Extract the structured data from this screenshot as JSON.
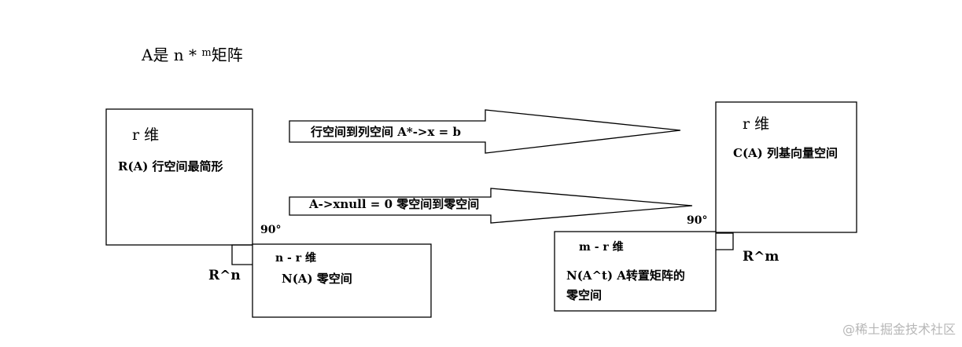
{
  "title": {
    "prefix": "A是 n * ",
    "sup": "m",
    "suffix": "矩阵"
  },
  "row_space": {
    "dimension": "r 维",
    "label": "R(A) 行空间最简形",
    "ambient": "R^n",
    "angle": "90°"
  },
  "null_space": {
    "dimension": "n - r 维",
    "label": "N(A) 零空间"
  },
  "column_space": {
    "dimension": "r 维",
    "label": "C(A) 列基向量空间",
    "ambient": "R^m",
    "angle": "90°"
  },
  "left_null_space": {
    "dimension": "m - r 维",
    "label_line1": "N(A^t)  A转置矩阵的",
    "label_line2": "零空间"
  },
  "arrows": {
    "top": "行空间到列空间  A*->x = b",
    "bottom": "A->xnull = 0 零空间到零空间"
  },
  "watermark": "@稀土掘金技术社区",
  "colors": {
    "stroke": "#000000",
    "background": "#ffffff",
    "watermark": "#b7b7b7"
  }
}
